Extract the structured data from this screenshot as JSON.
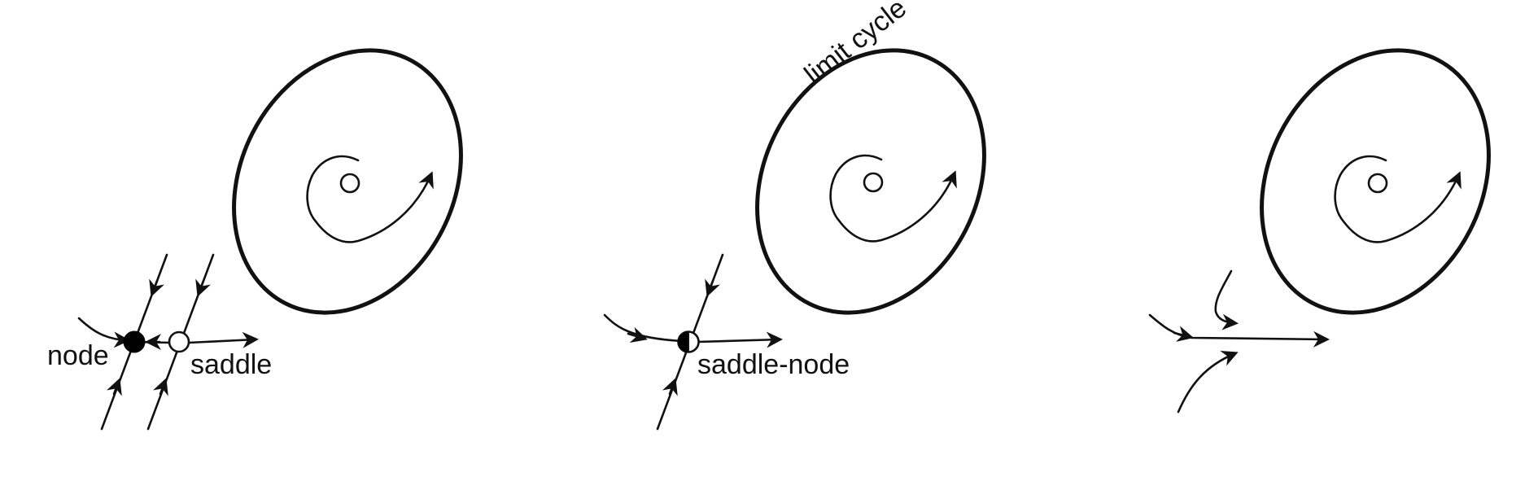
{
  "labels": {
    "node": "node",
    "saddle": "saddle",
    "limit_cycle": "limit cycle",
    "saddle_node": "saddle-node"
  },
  "panels": [
    {
      "id": "before-bifurcation",
      "fixed_points": [
        "node (stable)",
        "saddle (unstable)"
      ]
    },
    {
      "id": "at-bifurcation",
      "fixed_points": [
        "saddle-node (half-stable)"
      ]
    },
    {
      "id": "after-bifurcation",
      "fixed_points": []
    }
  ],
  "colors": {
    "stroke": "#111111",
    "background": "#ffffff",
    "stable_fill": "#000000",
    "unstable_fill": "#ffffff"
  }
}
